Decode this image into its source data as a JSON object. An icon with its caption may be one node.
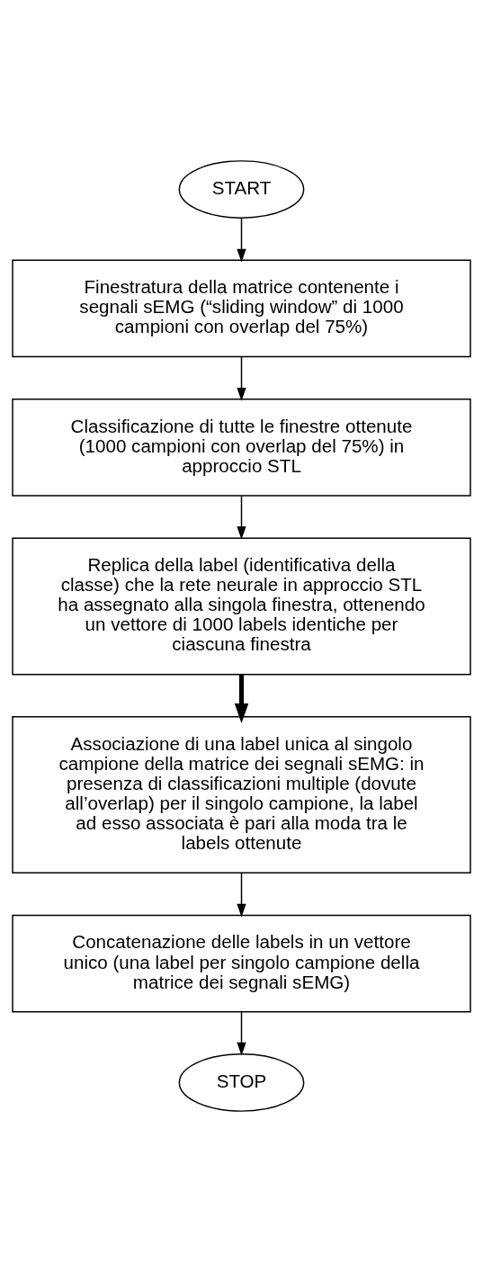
{
  "diagram": {
    "nodes": [
      {
        "text": [
          "START"
        ]
      },
      {
        "text": [
          "Finestratura della matrice contenente i segnali sEMG (“sliding window” di 1000 campioni con overlap del 75%)"
        ]
      },
      {
        "text": [
          "Classificazione di tutte le finestre ottenute (1000 campioni con overlap del 75%) in approccio STL"
        ]
      },
      {
        "text": [
          "Replica della label (identificativa della classe) che la rete neurale in approccio STL ha assegnato alla singola finestra, ottenendo un vettore di 1000 labels identiche per ciascuna finestra"
        ]
      },
      {
        "text": [
          "Associazione di una label unica al singolo campione della matrice dei segnali sEMG: in presenza di classificazioni multiple (dovute all’overlap) per il singolo campione, la label ad esso associata è pari alla moda tra le labels ottenute"
        ]
      },
      {
        "text": [
          "Concatenazione delle labels in un vettore unico (una label per singolo campione della matrice dei segnali sEMG)"
        ]
      },
      {
        "text": [
          "STOP"
        ]
      }
    ],
    "edges": [
      {
        "from": 0,
        "to": 1,
        "arrow": "to"
      },
      {
        "from": 1,
        "to": 2,
        "arrow": "to"
      },
      {
        "from": 2,
        "to": 3,
        "arrow": "to"
      },
      {
        "from": 3,
        "to": 4,
        "arrow": "to",
        "style": "thick"
      },
      {
        "from": 4,
        "to": 5,
        "arrow": "to"
      },
      {
        "from": 5,
        "to": 6,
        "arrow": "to"
      }
    ]
  }
}
